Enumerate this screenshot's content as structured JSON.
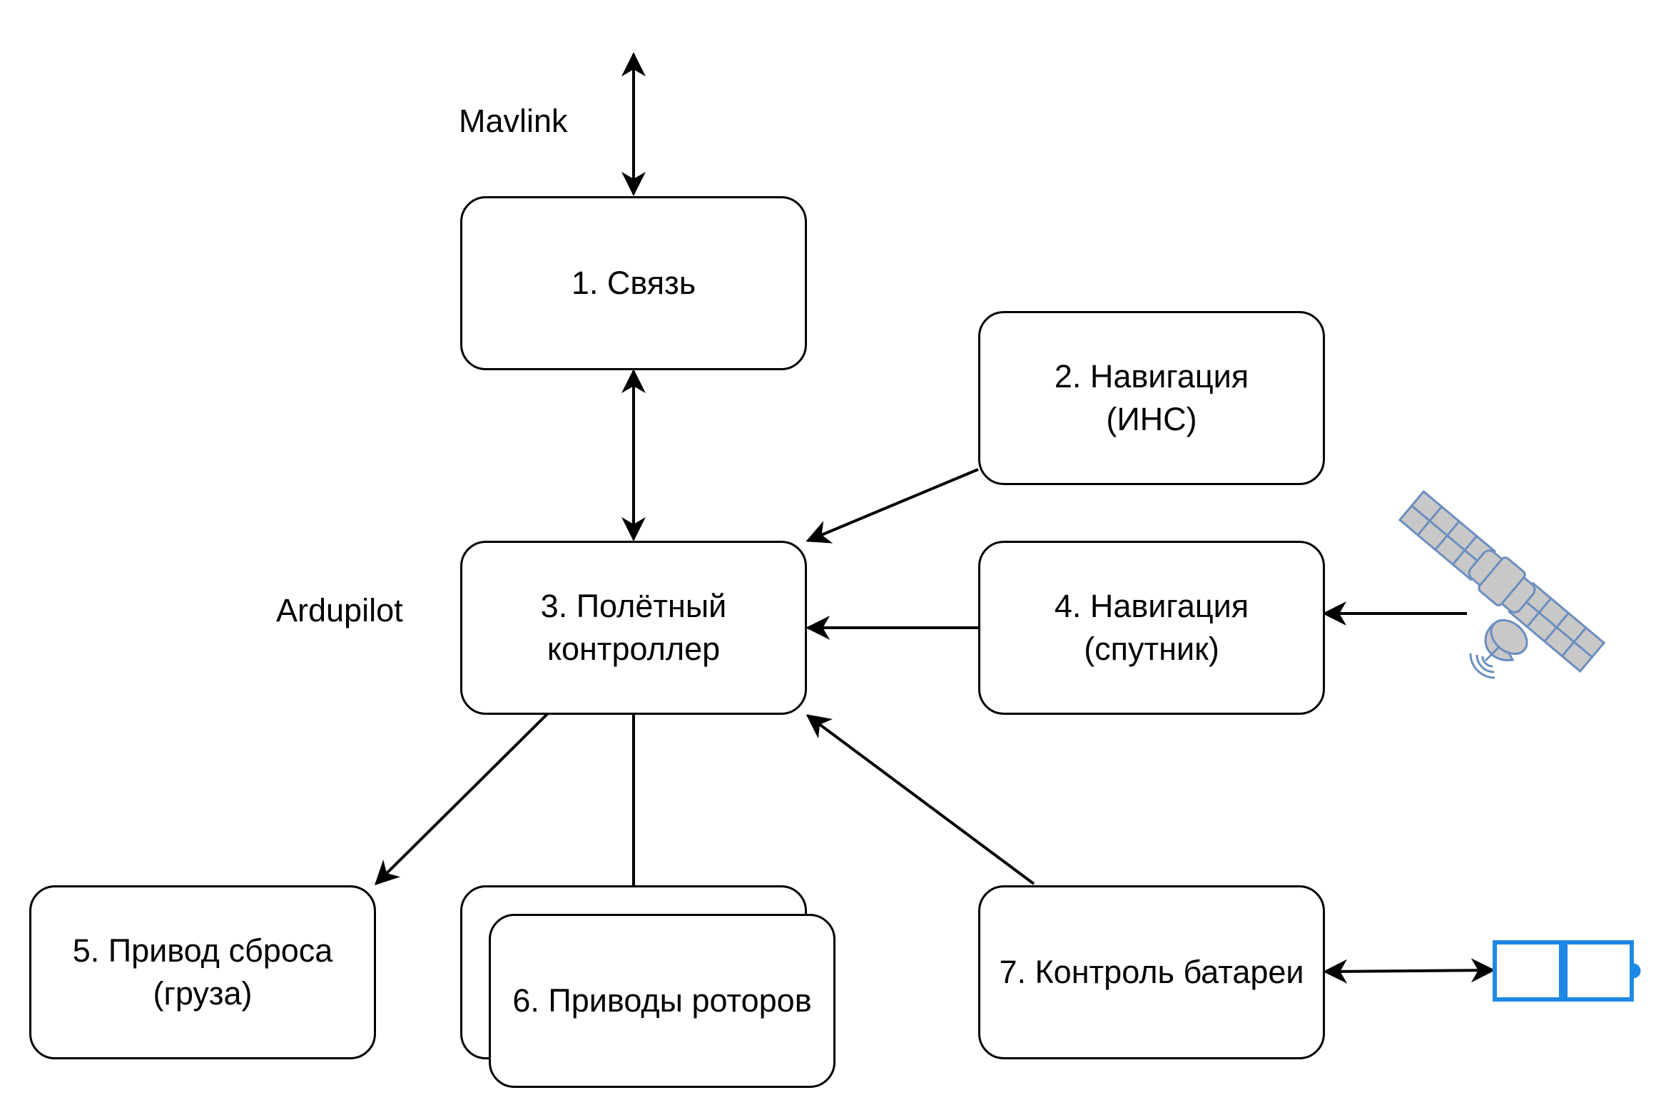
{
  "labels": {
    "mavlink": "Mavlink",
    "ardupilot": "Ardupilot"
  },
  "blocks": {
    "comm": {
      "line1": "1. Связь"
    },
    "nav_ins": {
      "line1": "2. Навигация",
      "line2": "(ИНС)"
    },
    "flight_controller": {
      "line1": "3. Полётный",
      "line2": "контроллер"
    },
    "nav_sat": {
      "line1": "4. Навигация",
      "line2": "(спутник)"
    },
    "drop_drive": {
      "line1": "5. Привод сброса",
      "line2": "(груза)"
    },
    "rotor_drives": {
      "line1": "6. Приводы роторов"
    },
    "battery_control": {
      "line1": "7. Контроль батареи"
    }
  },
  "icons": {
    "satellite": "satellite-icon",
    "battery": "battery-icon"
  },
  "colors": {
    "line": "#000000",
    "satellite_fill": "#c8c8c8",
    "satellite_stroke": "#6c8ebf",
    "battery": "#1e88e5"
  }
}
